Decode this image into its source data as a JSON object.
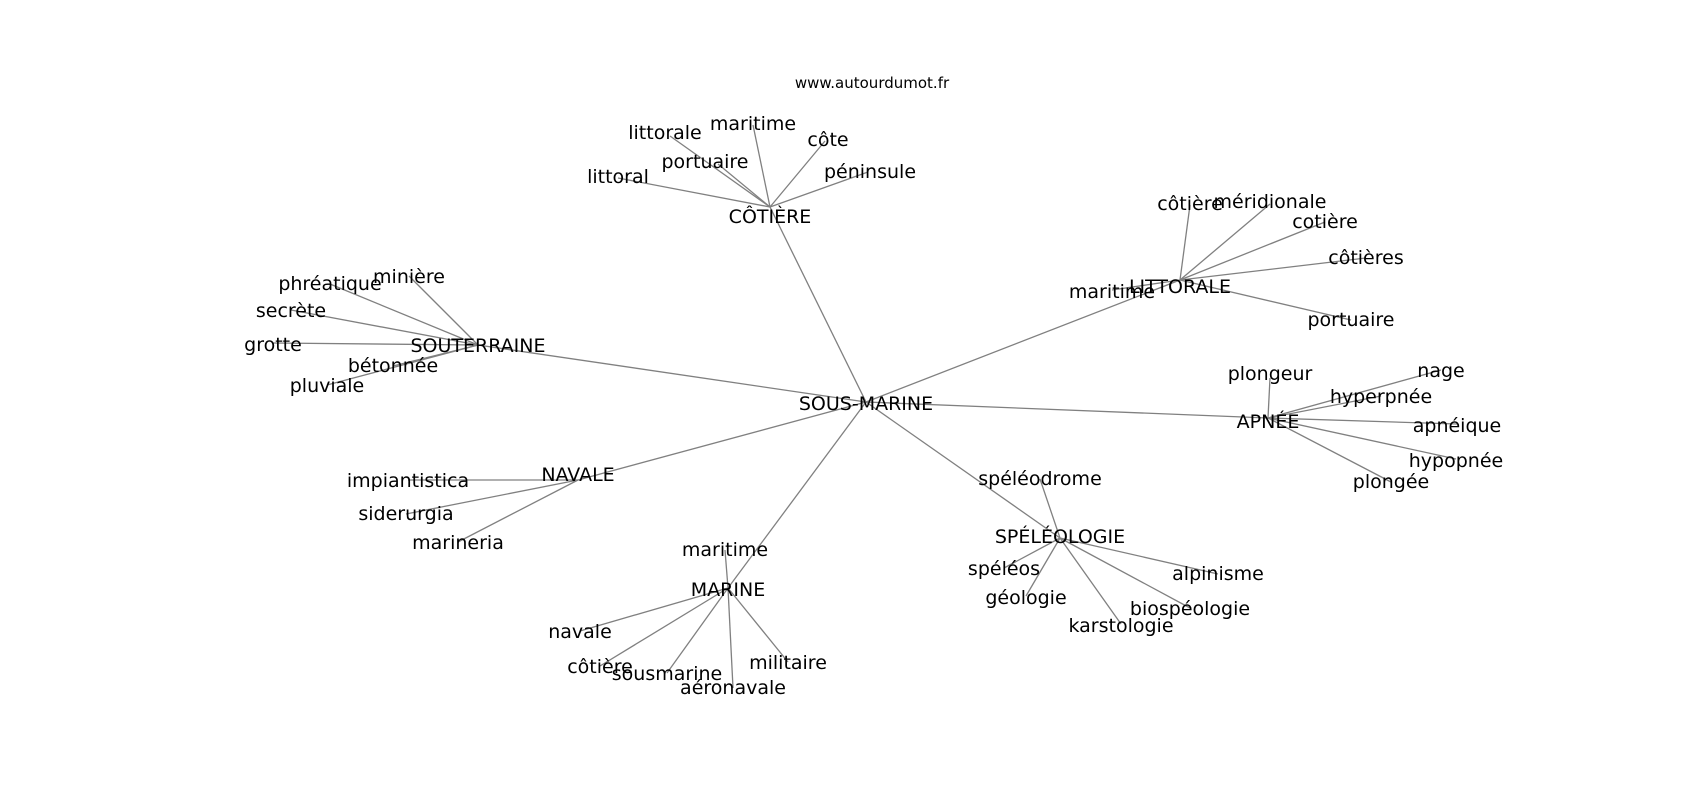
{
  "source": "www.autourdumot.fr",
  "diagram": {
    "center": "SOUS-MARINE",
    "clusters": [
      {
        "hub": "CÔTIÈRE",
        "leaves": [
          "littorale",
          "maritime",
          "côte",
          "portuaire",
          "littoral",
          "péninsule"
        ]
      },
      {
        "hub": "LITTORALE",
        "leaves": [
          "côtière",
          "méridionale",
          "cotière",
          "côtières",
          "maritime",
          "portuaire"
        ]
      },
      {
        "hub": "SOUTERRAINE",
        "leaves": [
          "phréatique",
          "minière",
          "secrète",
          "grotte",
          "bétonnée",
          "pluviale"
        ]
      },
      {
        "hub": "APNÉE",
        "leaves": [
          "plongeur",
          "nage",
          "hyperpnée",
          "apnéique",
          "hypopnée",
          "plongée"
        ]
      },
      {
        "hub": "NAVALE",
        "leaves": [
          "impiantistica",
          "siderurgia",
          "marineria"
        ]
      },
      {
        "hub": "SPÉLÉOLOGIE",
        "leaves": [
          "spéléodrome",
          "spéléos",
          "alpinisme",
          "géologie",
          "biospéologie",
          "karstologie"
        ]
      },
      {
        "hub": "MARINE",
        "leaves": [
          "maritime",
          "navale",
          "côtière",
          "sousmarine",
          "militaire",
          "aéronavale"
        ]
      }
    ]
  }
}
